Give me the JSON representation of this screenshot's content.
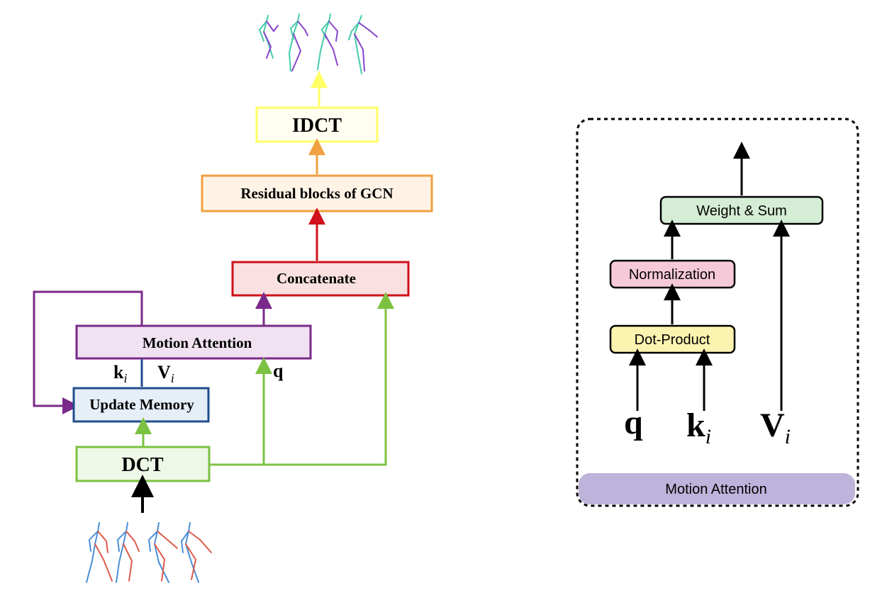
{
  "left": {
    "idct": "IDCT",
    "residual": "Residual blocks of GCN",
    "concat": "Concatenate",
    "motion_attention": "Motion Attention",
    "k_label": "k",
    "k_sub": "i",
    "v_label": "V",
    "v_sub": "i",
    "q_label": "q",
    "update_memory": "Update Memory",
    "dct": "DCT"
  },
  "right": {
    "weight_sum": "Weight & Sum",
    "normalization": "Normalization",
    "dot_product": "Dot-Product",
    "q_label": "q",
    "k_label": "k",
    "k_sub": "i",
    "v_label": "V",
    "v_sub": "i",
    "caption": "Motion Attention"
  },
  "icons": {
    "input_poses": "pose-skeleton-sequence-icon",
    "output_poses": "pose-skeleton-sequence-icon"
  },
  "colors": {
    "idct": "#ffff66",
    "residual": "#f0a040",
    "concat": "#d0101a",
    "motion_attention": "#7a2a8a",
    "update_memory": "#1f4e8c",
    "dct": "#7cc242",
    "weight_sum": "#d5ecd5",
    "normalization": "#f6c9d9",
    "dot_product": "#fcf3b0",
    "caption_bar": "#bdb3db"
  }
}
